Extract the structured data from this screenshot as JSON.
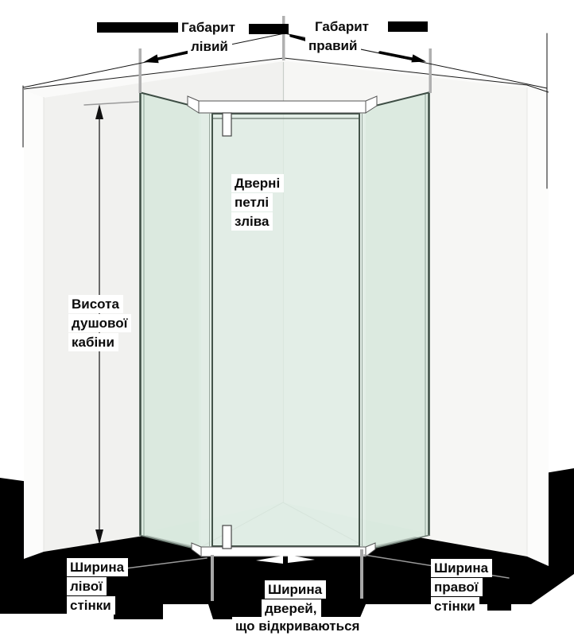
{
  "diagram": {
    "title": "corner shower cabin measurement diagram",
    "labels": {
      "gabarit_left": {
        "lines": [
          "Габарит",
          "лівий"
        ]
      },
      "gabarit_right": {
        "lines": [
          "Габарит",
          "правий"
        ]
      },
      "hinges": {
        "lines": [
          "Дверні",
          "петлі",
          "зліва"
        ]
      },
      "height": {
        "lines": [
          "Висота",
          "душової",
          "кабіни"
        ]
      },
      "left_wall_width": {
        "lines": [
          "Ширина",
          "лівої",
          "стінки"
        ]
      },
      "door_width": {
        "lines": [
          "Ширина",
          "дверей,",
          "що відкриваються"
        ]
      },
      "right_wall_width": {
        "lines": [
          "Ширина",
          "правої",
          "стінки"
        ]
      }
    },
    "colors": {
      "glass_side": "#d6e6dc",
      "glass_front": "#dfece4",
      "interior_floor": "#e7f1ea",
      "floor_shadow": "#000000",
      "wall_left": "#f1f1ef",
      "wall_right": "#f6f6f4",
      "frame_dark": "#415248",
      "post_gray": "#b0b0b0",
      "annotation": "#111111",
      "leader_gray": "#9a9a9a"
    }
  }
}
